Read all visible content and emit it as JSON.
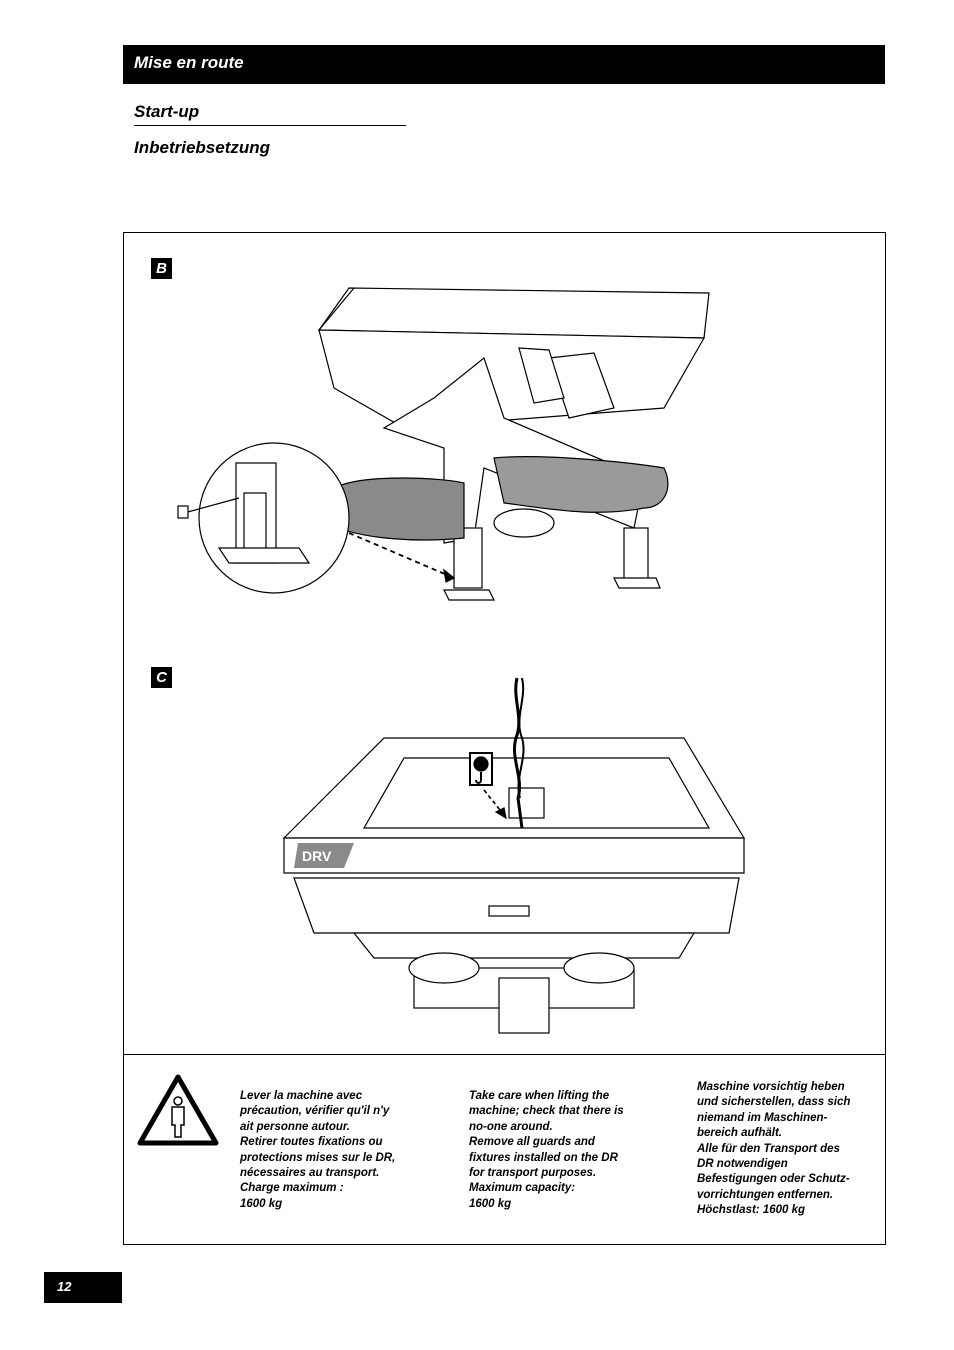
{
  "header": {
    "title": "Mise en route"
  },
  "subtitles": {
    "en": "Start-up",
    "de": "Inbetriebsetzung"
  },
  "figures": {
    "b_label": "B",
    "c_label": "C",
    "logo_text": "DRV"
  },
  "warning": {
    "icon": "warning-person-icon",
    "fr": [
      "Lever la machine avec",
      "précaution, vérifier qu'il n'y",
      "ait personne autour.",
      "Retirer toutes fixations ou",
      "protections mises sur le DR,",
      "nécessaires au transport.",
      "Charge maximum :",
      "1600 kg"
    ],
    "en": [
      "Take care when lifting the",
      "machine; check that there is",
      "no-one around.",
      "Remove all guards and",
      "fixtures installed on the DR",
      "for transport purposes.",
      "Maximum capacity:",
      "1600 kg"
    ],
    "de": [
      "Maschine vorsichtig heben",
      "und sicherstellen, dass sich",
      "niemand im Maschinen-",
      "bereich aufhält.",
      "Alle für den Transport des",
      "DR notwendigen",
      "Befestigungen oder Schutz-",
      "vorrichtungen entfernen.",
      "Höchstlast: 1600 kg"
    ]
  },
  "page_number": "12",
  "colors": {
    "bar": "#000000",
    "text_on_bar": "#ffffff",
    "shade": "#8a8a8a"
  }
}
